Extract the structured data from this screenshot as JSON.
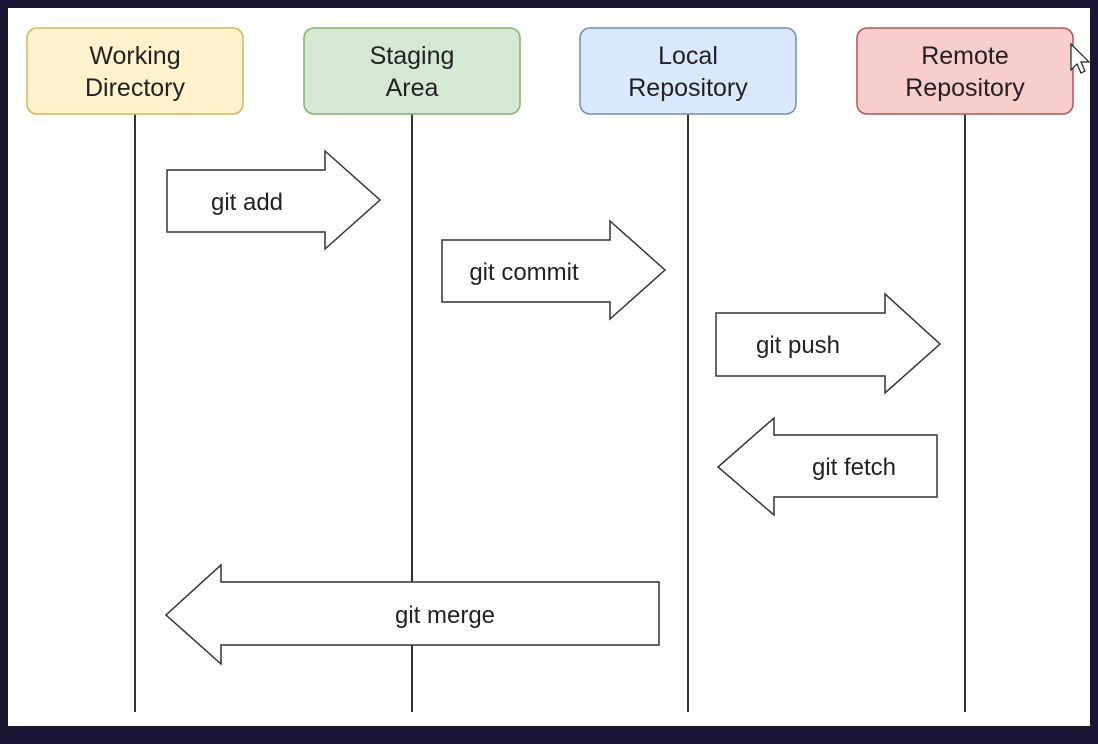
{
  "lanes": [
    {
      "id": "working",
      "line1": "Working",
      "line2": "Directory",
      "fill": "#fff2cc",
      "stroke": "#d6b656"
    },
    {
      "id": "staging",
      "line1": "Staging",
      "line2": "Area",
      "fill": "#d5e8d4",
      "stroke": "#82b366"
    },
    {
      "id": "local",
      "line1": "Local",
      "line2": "Repository",
      "fill": "#dae8fc",
      "stroke": "#6c8ebf"
    },
    {
      "id": "remote",
      "line1": "Remote",
      "line2": "Repository",
      "fill": "#f8cecc",
      "stroke": "#b85450"
    }
  ],
  "arrows": [
    {
      "id": "git-add",
      "label": "git add",
      "direction": "right"
    },
    {
      "id": "git-commit",
      "label": "git commit",
      "direction": "right"
    },
    {
      "id": "git-push",
      "label": "git push",
      "direction": "right"
    },
    {
      "id": "git-fetch",
      "label": "git fetch",
      "direction": "left"
    },
    {
      "id": "git-merge",
      "label": "git merge",
      "direction": "left"
    }
  ]
}
